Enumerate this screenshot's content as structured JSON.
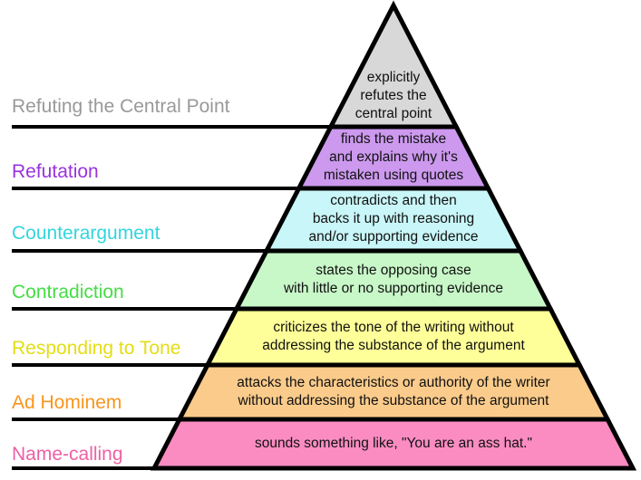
{
  "outline_color": "#000000",
  "background_color": "#ffffff",
  "levels": [
    {
      "label": "Refuting the Central Point",
      "label_color": "#999999",
      "band_color": "#d8d8d8",
      "description": "explicitly\nrefutes the\ncentral point"
    },
    {
      "label": "Refutation",
      "label_color": "#9933dd",
      "band_color": "#cc99ee",
      "description": "finds the mistake\nand explains why it's\nmistaken using quotes"
    },
    {
      "label": "Counterargument",
      "label_color": "#33d5dd",
      "band_color": "#c9f6f8",
      "description": "contradicts and then\nbacks it up with reasoning\nand/or supporting evidence"
    },
    {
      "label": "Contradiction",
      "label_color": "#44dd44",
      "band_color": "#c8f7c8",
      "description": "states the opposing case\nwith little or no supporting evidence"
    },
    {
      "label": "Responding to Tone",
      "label_color": "#e3de12",
      "band_color": "#ffff99",
      "description": "criticizes the tone of the writing without\naddressing the substance of the argument"
    },
    {
      "label": "Ad Hominem",
      "label_color": "#f8951d",
      "band_color": "#fbcb8b",
      "description": "attacks the characteristics or authority of the writer\nwithout addressing the substance of the argument"
    },
    {
      "label": "Name-calling",
      "label_color": "#ee5fa5",
      "band_color": "#fa8cc2",
      "description": "sounds something like, \"You are an ass hat.\""
    }
  ]
}
